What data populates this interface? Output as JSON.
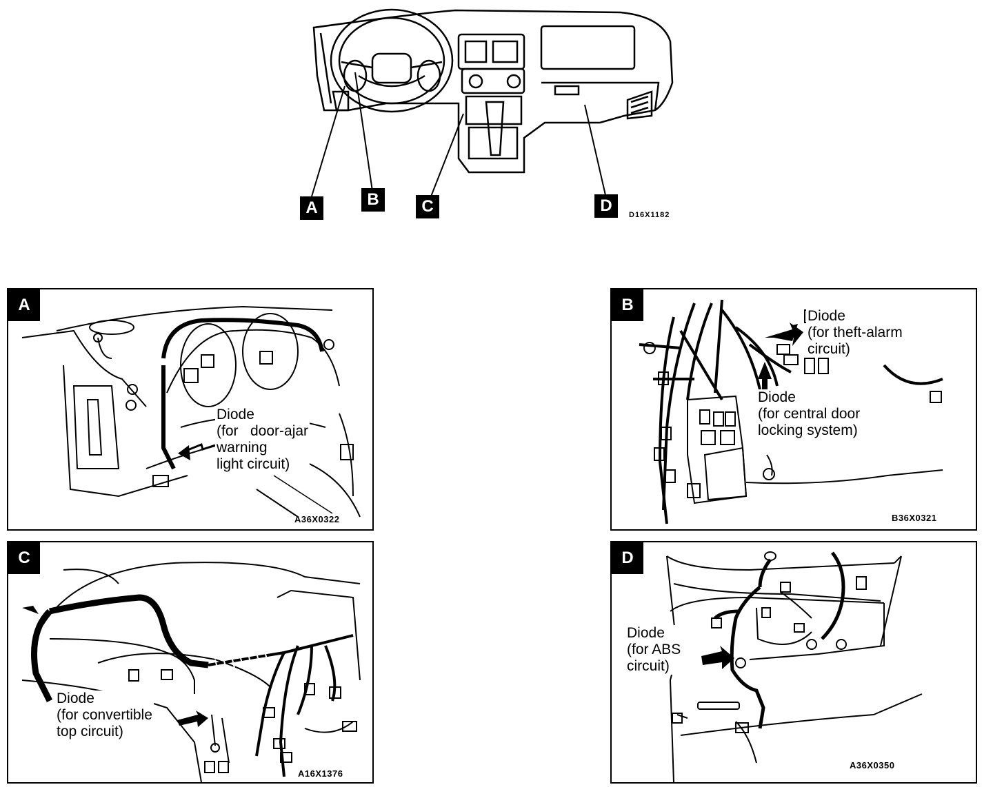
{
  "overview": {
    "callouts": [
      "A",
      "B",
      "C",
      "D"
    ],
    "code": "D16X1182"
  },
  "panels": [
    {
      "tag": "A",
      "label": "Diode\n(for   door-ajar\nwarning\nlight circuit)",
      "code": "A36X0322"
    },
    {
      "tag": "B",
      "labels": [
        "Diode\n(for theft-alarm\ncircuit)",
        "Diode\n(for central door\nlocking system)"
      ],
      "code": "B36X0321"
    },
    {
      "tag": "C",
      "label": "Diode\n(for convertible\ntop circuit)",
      "code": "A16X1376"
    },
    {
      "tag": "D",
      "label": "Diode\n(for ABS\ncircuit)",
      "code": "A36X0350"
    }
  ]
}
